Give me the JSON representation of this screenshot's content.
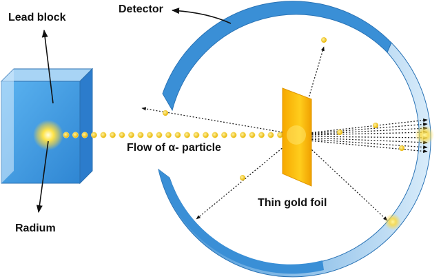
{
  "labels": {
    "lead_block": "Lead block",
    "detector": "Detector",
    "flow": "Flow of α- particle",
    "gold_foil": "Thin gold foil",
    "radium": "Radium"
  },
  "colors": {
    "detector_blue": "#3a8fd6",
    "block_front": "#4aa3e8",
    "gold_foil": "#f2a900",
    "particle": "#f5c518",
    "text": "#111111"
  }
}
